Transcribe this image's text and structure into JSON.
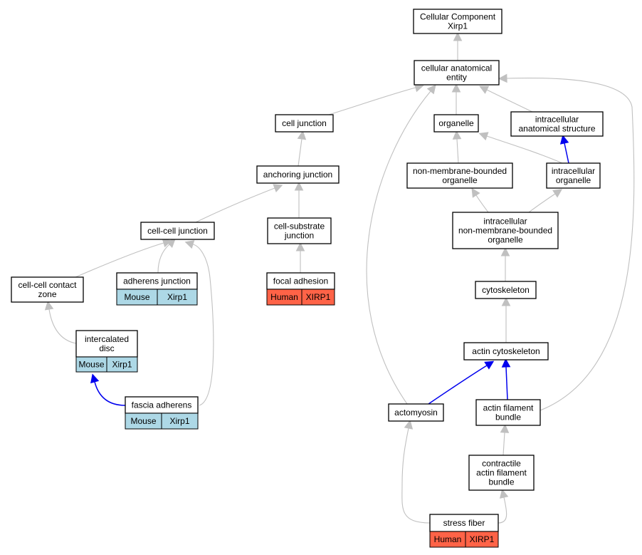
{
  "colors": {
    "is_a_edge": "#c0c0c0",
    "part_of_edge": "#0000ee",
    "mouse_fill": "#add8e6",
    "human_fill": "#ff6347",
    "node_border": "#000000",
    "background": "#ffffff"
  },
  "nodes": {
    "cellular_component": {
      "lines": [
        "Cellular Component",
        "Xirp1"
      ]
    },
    "cellular_anatomical_entity": {
      "lines": [
        "cellular anatomical",
        "entity"
      ]
    },
    "cell_junction": {
      "lines": [
        "cell junction"
      ]
    },
    "organelle": {
      "lines": [
        "organelle"
      ]
    },
    "intracellular_anatomical_structure": {
      "lines": [
        "intracellular",
        "anatomical structure"
      ]
    },
    "anchoring_junction": {
      "lines": [
        "anchoring junction"
      ]
    },
    "non_membrane_bounded_organelle": {
      "lines": [
        "non-membrane-bounded",
        "organelle"
      ]
    },
    "intracellular_organelle": {
      "lines": [
        "intracellular",
        "organelle"
      ]
    },
    "cell_cell_junction": {
      "lines": [
        "cell-cell junction"
      ]
    },
    "cell_substrate_junction": {
      "lines": [
        "cell-substrate",
        "junction"
      ]
    },
    "intracellular_non_membrane_bounded_organelle": {
      "lines": [
        "intracellular",
        "non-membrane-bounded",
        "organelle"
      ]
    },
    "cell_cell_contact_zone": {
      "lines": [
        "cell-cell contact",
        "zone"
      ]
    },
    "adherens_junction": {
      "lines": [
        "adherens junction"
      ],
      "annotation": {
        "species": "Mouse",
        "gene": "Xirp1"
      }
    },
    "focal_adhesion": {
      "lines": [
        "focal adhesion"
      ],
      "annotation": {
        "species": "Human",
        "gene": "XIRP1"
      }
    },
    "cytoskeleton": {
      "lines": [
        "cytoskeleton"
      ]
    },
    "intercalated_disc": {
      "lines": [
        "intercalated",
        "disc"
      ],
      "annotation": {
        "species": "Mouse",
        "gene": "Xirp1"
      }
    },
    "actin_cytoskeleton": {
      "lines": [
        "actin cytoskeleton"
      ]
    },
    "fascia_adherens": {
      "lines": [
        "fascia adherens"
      ],
      "annotation": {
        "species": "Mouse",
        "gene": "Xirp1"
      }
    },
    "actomyosin": {
      "lines": [
        "actomyosin"
      ]
    },
    "actin_filament_bundle": {
      "lines": [
        "actin filament",
        "bundle"
      ]
    },
    "contractile_actin_filament_bundle": {
      "lines": [
        "contractile",
        "actin filament",
        "bundle"
      ]
    },
    "stress_fiber": {
      "lines": [
        "stress fiber"
      ],
      "annotation": {
        "species": "Human",
        "gene": "XIRP1"
      }
    }
  },
  "edges": [
    {
      "from": "cellular_anatomical_entity",
      "to": "cellular_component",
      "type": "is_a"
    },
    {
      "from": "cell_junction",
      "to": "cellular_anatomical_entity",
      "type": "is_a"
    },
    {
      "from": "organelle",
      "to": "cellular_anatomical_entity",
      "type": "is_a"
    },
    {
      "from": "intracellular_anatomical_structure",
      "to": "cellular_anatomical_entity",
      "type": "is_a"
    },
    {
      "from": "actomyosin",
      "to": "cellular_anatomical_entity",
      "type": "is_a"
    },
    {
      "from": "actin_filament_bundle",
      "to": "cellular_anatomical_entity",
      "type": "is_a"
    },
    {
      "from": "anchoring_junction",
      "to": "cell_junction",
      "type": "is_a"
    },
    {
      "from": "non_membrane_bounded_organelle",
      "to": "organelle",
      "type": "is_a"
    },
    {
      "from": "intracellular_organelle",
      "to": "organelle",
      "type": "is_a"
    },
    {
      "from": "intracellular_organelle",
      "to": "intracellular_anatomical_structure",
      "type": "part_of"
    },
    {
      "from": "cell_cell_junction",
      "to": "anchoring_junction",
      "type": "is_a"
    },
    {
      "from": "cell_substrate_junction",
      "to": "anchoring_junction",
      "type": "is_a"
    },
    {
      "from": "intracellular_non_membrane_bounded_organelle",
      "to": "non_membrane_bounded_organelle",
      "type": "is_a"
    },
    {
      "from": "intracellular_non_membrane_bounded_organelle",
      "to": "intracellular_organelle",
      "type": "is_a"
    },
    {
      "from": "cell_cell_contact_zone",
      "to": "cell_cell_junction",
      "type": "is_a"
    },
    {
      "from": "adherens_junction",
      "to": "cell_cell_junction",
      "type": "is_a"
    },
    {
      "from": "fascia_adherens",
      "to": "cell_cell_junction",
      "type": "is_a"
    },
    {
      "from": "focal_adhesion",
      "to": "cell_substrate_junction",
      "type": "is_a"
    },
    {
      "from": "cytoskeleton",
      "to": "intracellular_non_membrane_bounded_organelle",
      "type": "is_a"
    },
    {
      "from": "intercalated_disc",
      "to": "cell_cell_contact_zone",
      "type": "is_a"
    },
    {
      "from": "actin_cytoskeleton",
      "to": "cytoskeleton",
      "type": "is_a"
    },
    {
      "from": "fascia_adherens",
      "to": "intercalated_disc",
      "type": "part_of"
    },
    {
      "from": "actomyosin",
      "to": "actin_cytoskeleton",
      "type": "part_of"
    },
    {
      "from": "actin_filament_bundle",
      "to": "actin_cytoskeleton",
      "type": "part_of"
    },
    {
      "from": "contractile_actin_filament_bundle",
      "to": "actin_filament_bundle",
      "type": "is_a"
    },
    {
      "from": "stress_fiber",
      "to": "actomyosin",
      "type": "is_a"
    },
    {
      "from": "stress_fiber",
      "to": "contractile_actin_filament_bundle",
      "type": "is_a"
    }
  ]
}
